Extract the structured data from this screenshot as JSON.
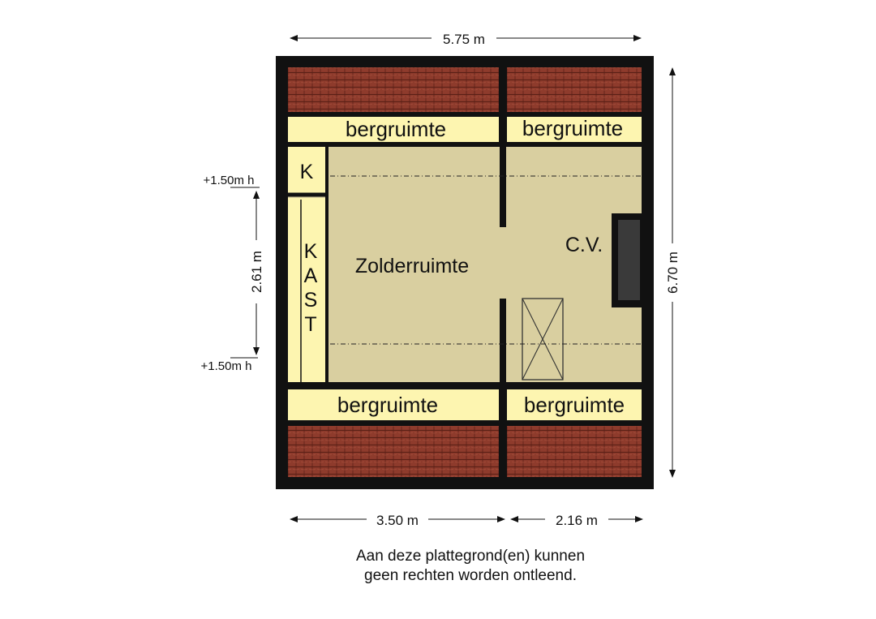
{
  "plan": {
    "rooms": {
      "storage_top_left": "bergruimte",
      "storage_top_right": "bergruimte",
      "storage_bottom_left": "bergruimte",
      "storage_bottom_right": "bergruimte",
      "attic": "Zolderruimte",
      "closet_small": "K",
      "closet_tall": "KAST",
      "heating": "C.V."
    },
    "dimensions": {
      "total_width": "5.75 m",
      "total_height": "6.70 m",
      "left_width": "3.50 m",
      "right_width": "2.16 m",
      "headroom_span": "2.61 m"
    },
    "levels": {
      "top": "+1.50m h",
      "bottom": "+1.50m h"
    },
    "colors": {
      "wall": "#111111",
      "floor": "#d9cfa0",
      "storage": "#fdf5b0",
      "roof_tiles": "#8b3a2b",
      "chimney": "#3a3a3a"
    }
  },
  "disclaimer": {
    "line1": "Aan deze plattegrond(en) kunnen",
    "line2": "geen rechten worden ontleend."
  }
}
